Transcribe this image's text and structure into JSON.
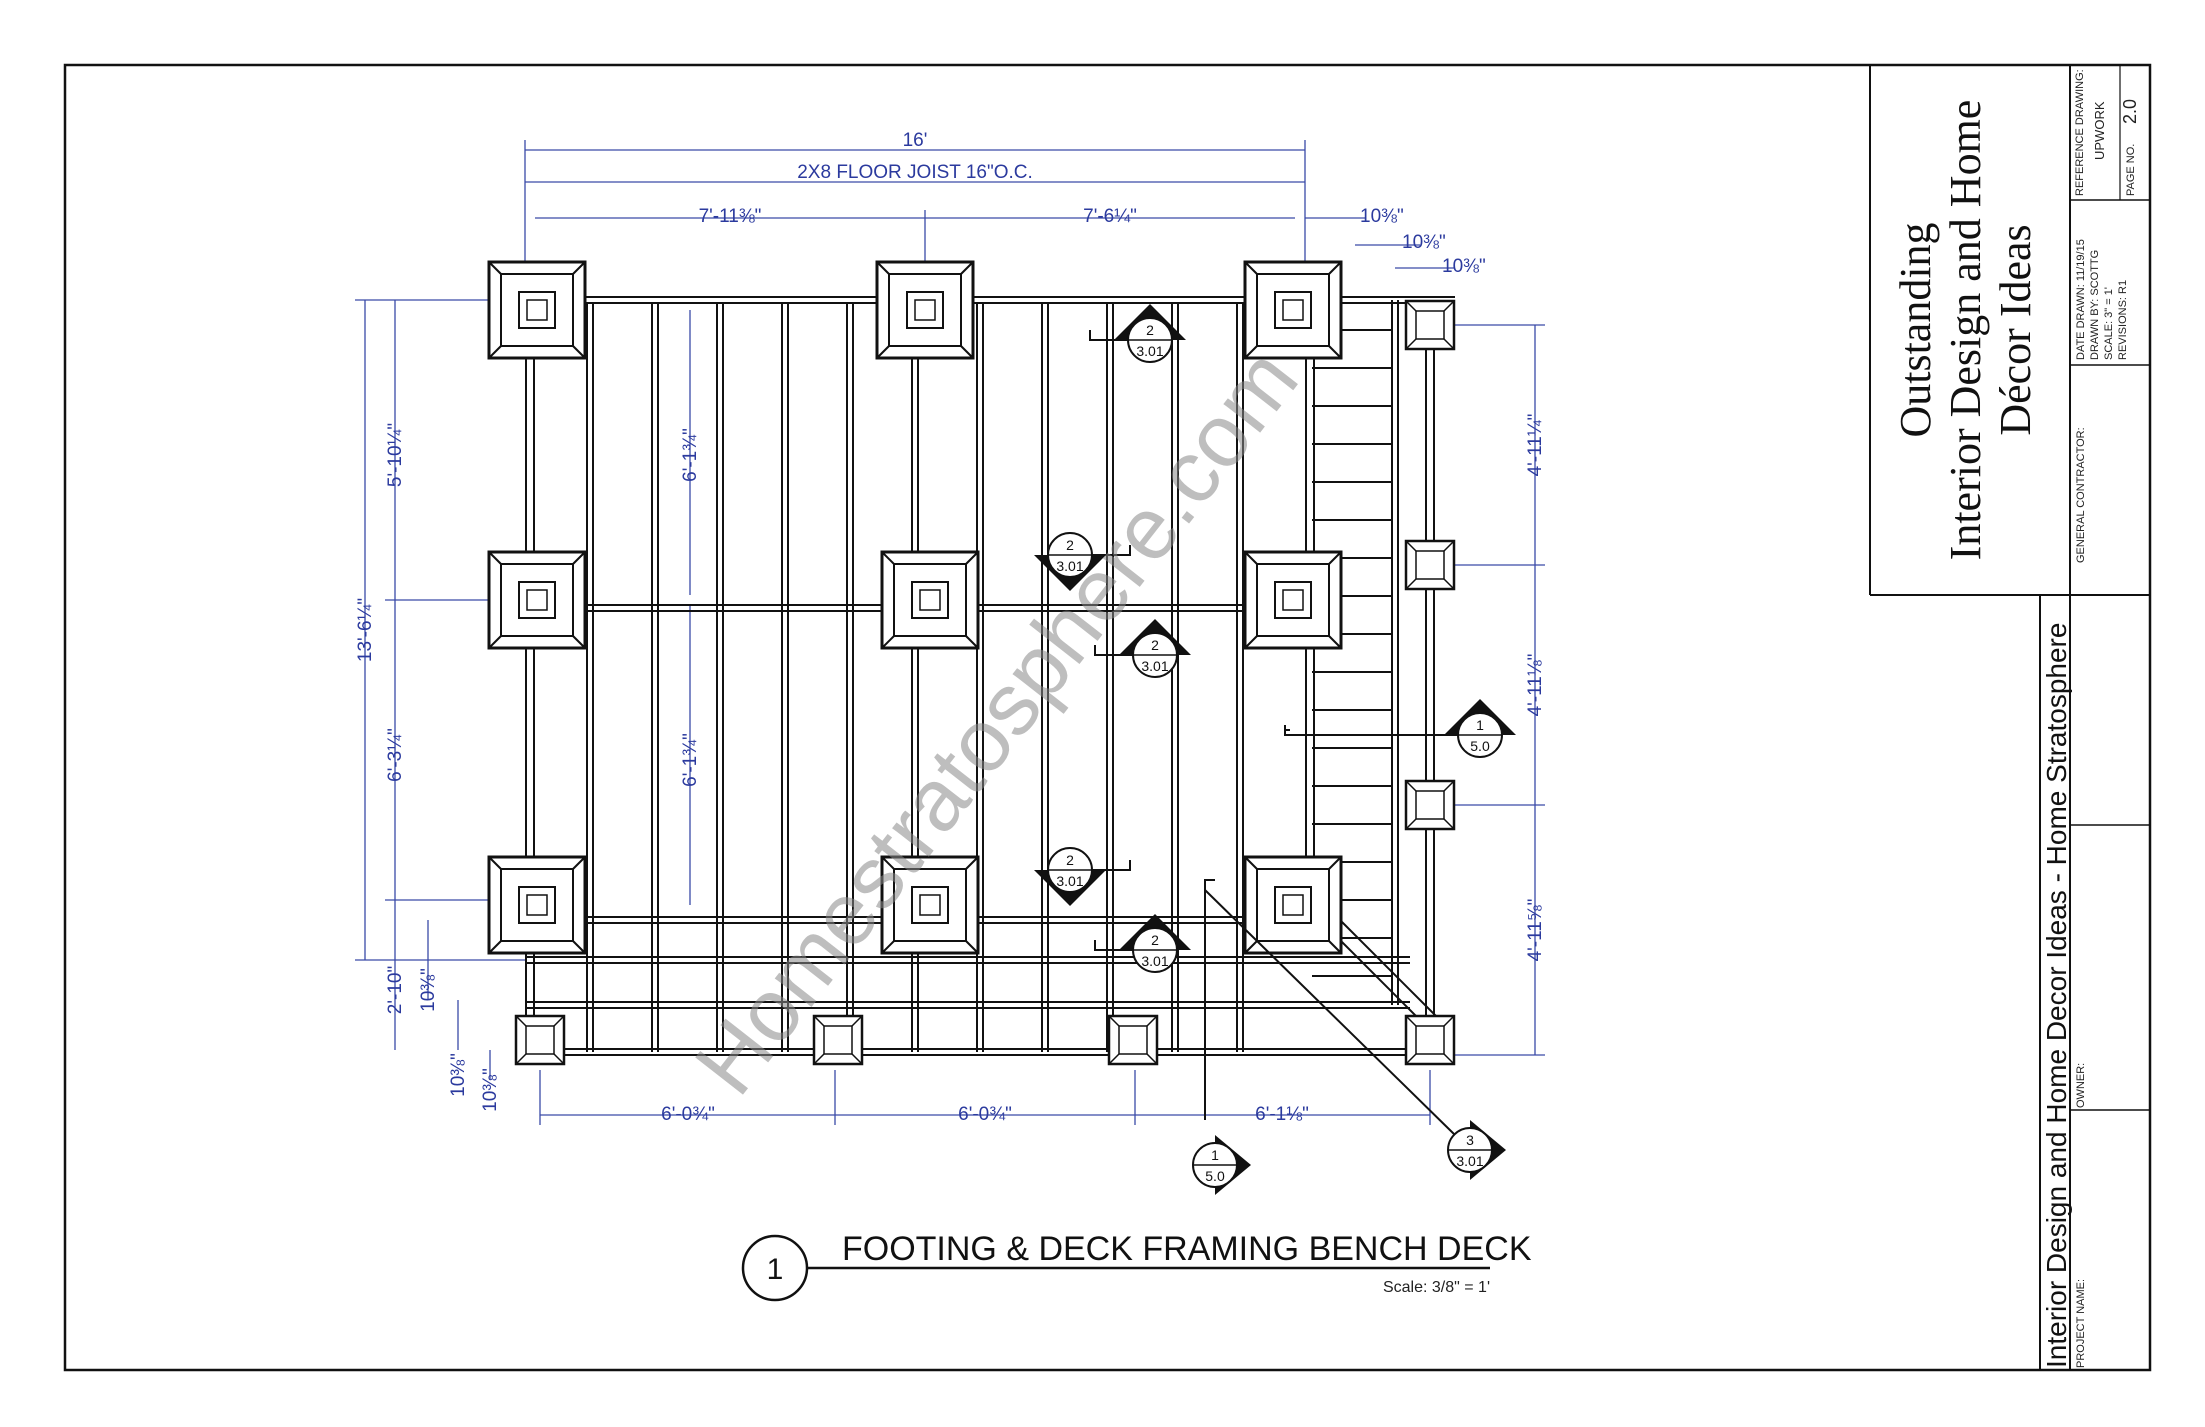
{
  "sheet": {
    "company": [
      "Outstanding",
      "Interior Design and Home",
      "Décor Ideas"
    ],
    "project_name": "Interior Design and Home Decor Ideas - Home Stratosphere",
    "labels": {
      "project_name": "PROJECT NAME:",
      "owner": "OWNER:",
      "general_contractor": "GENERAL CONTRACTOR:",
      "date_drawn": "DATE DRAWN: 11/19/15",
      "drawn_by": "DRAWN BY: SCOTTG",
      "scale": "SCALE: 3\" = 1'",
      "revisions": "REVISIONS: R1",
      "reference_drawing": "REFERENCE DRAWING:",
      "reference_value": "UPWORK",
      "page_no_label": "PAGE NO.",
      "page_no": "2.0"
    }
  },
  "plan": {
    "number": "1",
    "title": "FOOTING & DECK FRAMING BENCH DECK",
    "scale": "Scale: 3/8\" = 1'",
    "watermark": "Homestratosphere.com"
  },
  "dims": {
    "overall": "16'",
    "joist_note": "2X8 FLOOR JOIST 16\"O.C.",
    "top_left": "7'-11⅜\"",
    "top_right": "7'-6¼\"",
    "top_small_1": "10⅜\"",
    "top_small_2": "10⅜\"",
    "top_small_3": "10⅜\"",
    "left_overall": "13'-6¼\"",
    "left_upper": "5'-10¼\"",
    "left_lower": "6'-3¼\"",
    "left_bench": "2'-10\"",
    "left_small_1": "10⅜\"",
    "left_small_2": "10⅜\"",
    "left_small_3": "10⅜\"",
    "inner_upper": "6'-1¾\"",
    "inner_lower": "6'-1¾\"",
    "right_1": "4'-11¼\"",
    "right_2": "4'-11⅛\"",
    "right_3": "4'-11⅝\"",
    "bottom_1": "6'-0¾\"",
    "bottom_2": "6'-0¾\"",
    "bottom_3": "6'-1⅛\""
  },
  "section_tags": [
    {
      "num": "2",
      "ref": "3.01"
    },
    {
      "num": "2",
      "ref": "3.01"
    },
    {
      "num": "2",
      "ref": "3.01"
    },
    {
      "num": "2",
      "ref": "3.01"
    },
    {
      "num": "2",
      "ref": "3.01"
    },
    {
      "num": "1",
      "ref": "5.0"
    },
    {
      "num": "1",
      "ref": "5.0"
    },
    {
      "num": "3",
      "ref": "3.01"
    }
  ]
}
